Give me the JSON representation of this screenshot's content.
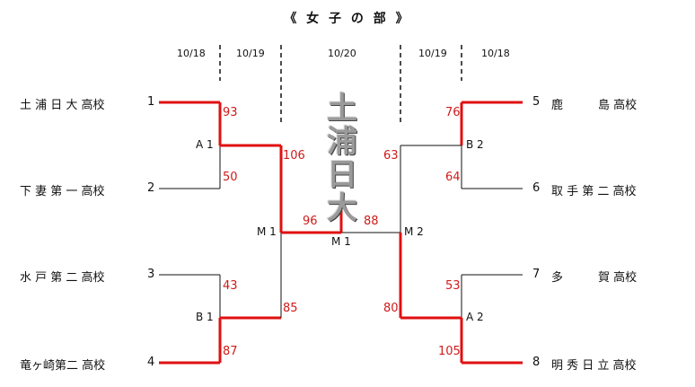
{
  "title": "《 女 子 の 部 》",
  "dates": [
    "10/18",
    "10/19",
    "10/20",
    "10/19",
    "10/18"
  ],
  "champion": [
    "土",
    "浦",
    "日",
    "大"
  ],
  "teams_left": [
    {
      "name": "土 浦 日 大 高校",
      "seed": "1"
    },
    {
      "name": "下 妻 第 一 高校",
      "seed": "2"
    },
    {
      "name": "水 戸 第 二 高校",
      "seed": "3"
    },
    {
      "name": "竜ヶ崎第二 高校",
      "seed": "4"
    }
  ],
  "teams_right": [
    {
      "name": "鹿　　　島 高校",
      "seed": "5"
    },
    {
      "name": "取 手 第 二 高校",
      "seed": "6"
    },
    {
      "name": "多　　　賀 高校",
      "seed": "7"
    },
    {
      "name": "明 秀 日 立 高校",
      "seed": "8"
    }
  ],
  "nodes": {
    "a1": "A 1",
    "b1": "B 1",
    "a2": "A 2",
    "b2": "B 2",
    "m1_left": "M 1",
    "m1_center": "M 1",
    "m2": "M 2"
  },
  "scores": {
    "s1": "93",
    "s2": "50",
    "s3": "43",
    "s4": "87",
    "s5": "76",
    "s6": "64",
    "s7": "53",
    "s8": "105",
    "a1_semi": "106",
    "b1_semi": "85",
    "b2_semi": "63",
    "a2_semi": "80",
    "final_left": "96",
    "final_right": "88"
  },
  "colors": {
    "win": "#e01010",
    "line": "#111111",
    "score": "#d11a1a"
  }
}
